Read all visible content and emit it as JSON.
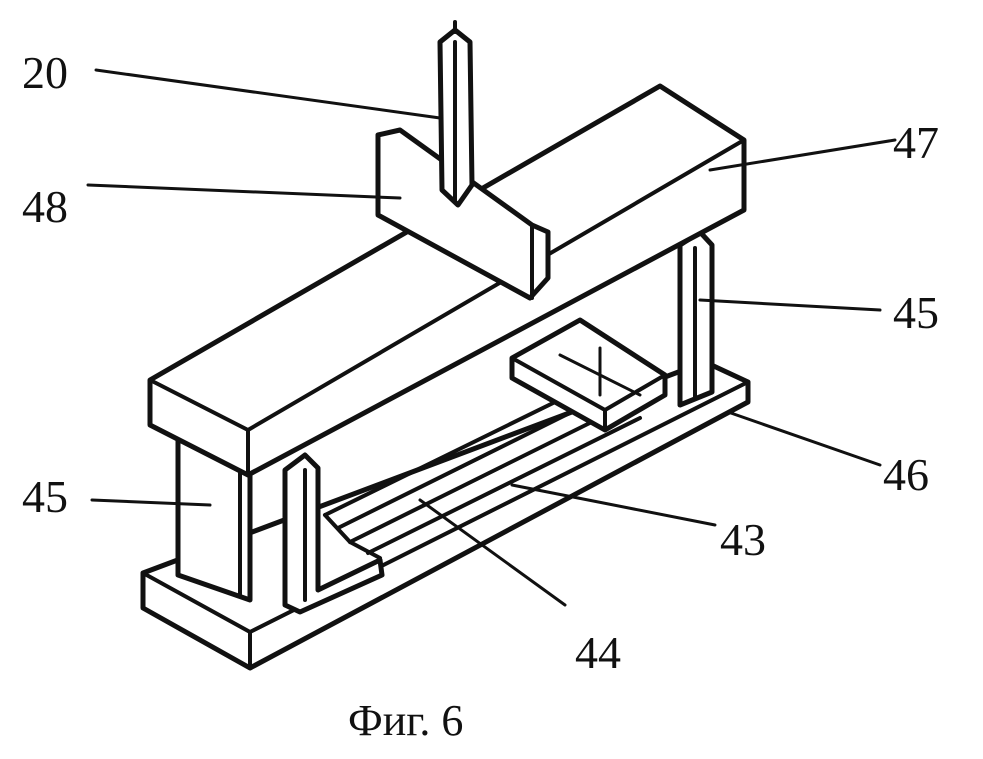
{
  "figure": {
    "caption": "Фиг. 6",
    "labels": {
      "l20": "20",
      "l48": "48",
      "l47": "47",
      "l45_right": "45",
      "l46": "46",
      "l45_left": "45",
      "l43": "43",
      "l44": "44"
    }
  }
}
